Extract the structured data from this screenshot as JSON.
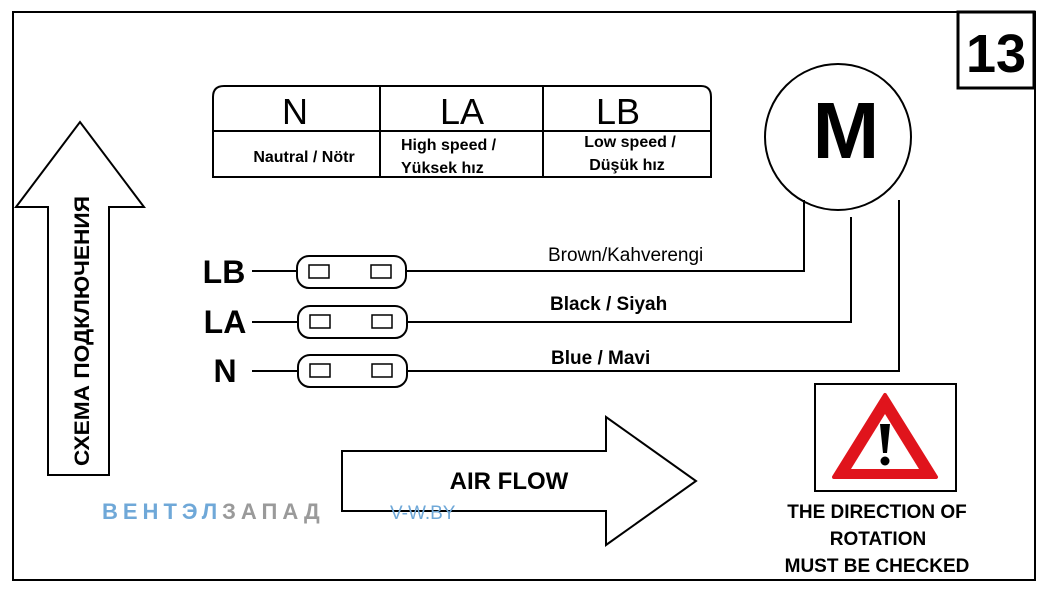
{
  "badge": {
    "number": "13"
  },
  "legend_table": {
    "headers": [
      "N",
      "LA",
      "LB"
    ],
    "descriptions": [
      [
        "Nautral / Nötr"
      ],
      [
        "High speed /",
        "Yüksek hız"
      ],
      [
        "Low speed /",
        "Düşük hız"
      ]
    ]
  },
  "motor": {
    "label": "M"
  },
  "side_arrow": {
    "label": "СХЕМА ПОДКЛЮЧЕНИЯ"
  },
  "terminals": [
    {
      "label": "LB",
      "wire_label": "Brown/Kahverengi",
      "wire_bold": false
    },
    {
      "label": "LA",
      "wire_label": "Black / Siyah",
      "wire_bold": true
    },
    {
      "label": "N",
      "wire_label": "Blue / Mavi",
      "wire_bold": true
    }
  ],
  "air_flow": {
    "label": "AIR FLOW"
  },
  "warning": {
    "icon": "warning-triangle-icon",
    "lines": [
      "THE DIRECTION OF",
      "ROTATION",
      "MUST BE CHECKED"
    ]
  },
  "watermark": {
    "part1": "ВЕНТЭЛ",
    "part2": "ЗАПАД",
    "part3": "V-W.BY",
    "colors": {
      "part1": "#6fa8d8",
      "part2": "#9a9a9a",
      "part3": "#6fa8d8"
    }
  },
  "colors": {
    "warning_red": "#e0141c",
    "line": "#000000"
  }
}
